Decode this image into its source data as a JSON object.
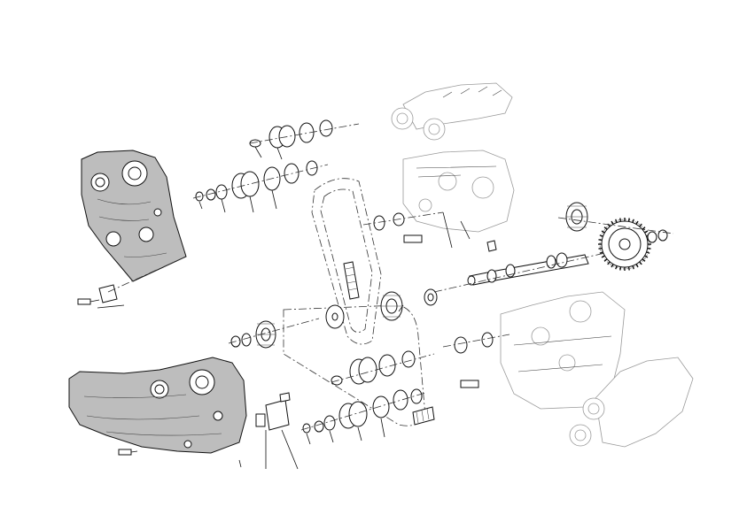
{
  "diagram": {
    "kind": "exploded-parts-view",
    "text_labels": []
  },
  "assemblies": [
    {
      "name": "upper-timing-cover",
      "shade": "#bdbdbd"
    },
    {
      "name": "lower-timing-cover",
      "shade": "#bdbdbd"
    },
    {
      "name": "cylinder-head-upper"
    },
    {
      "name": "cylinder-head-lower"
    },
    {
      "name": "camshaft-upper"
    },
    {
      "name": "camshaft-lower"
    },
    {
      "name": "crankshaft-timing-shaft"
    },
    {
      "name": "timing-belt-upper"
    },
    {
      "name": "timing-belt-lower"
    }
  ]
}
